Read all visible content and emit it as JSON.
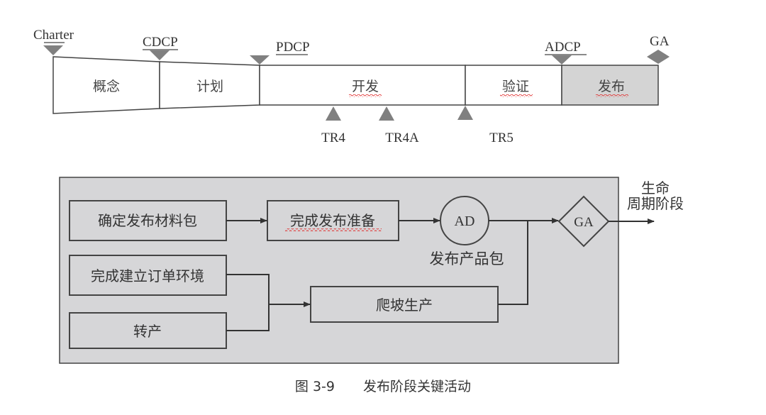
{
  "timeline": {
    "milestones_top": [
      {
        "label": "Charter"
      },
      {
        "label": "CDCP"
      },
      {
        "label": "PDCP"
      },
      {
        "label": "ADCP"
      },
      {
        "label": "GA"
      }
    ],
    "phases": [
      {
        "label": "概念"
      },
      {
        "label": "计划"
      },
      {
        "label": "开发"
      },
      {
        "label": "验证"
      },
      {
        "label": "发布"
      }
    ],
    "milestones_bottom": [
      {
        "label": "TR4"
      },
      {
        "label": "TR4A"
      },
      {
        "label": "TR5"
      }
    ]
  },
  "flow": {
    "boxes": {
      "confirm_package": "确定发布材料包",
      "complete_prep": "完成发布准备",
      "order_env": "完成建立订单环境",
      "transfer": "转产",
      "ramp_up": "爬坡生产"
    },
    "ad_node": "AD",
    "ad_caption": "发布产品包",
    "ga_node": "GA",
    "output_label_line1": "生命",
    "output_label_line2": "周期阶段"
  },
  "caption": {
    "number": "图 3-9",
    "title": "发布阶段关键活动"
  },
  "colors": {
    "stroke": "#444444",
    "marker_fill": "#808080",
    "release_fill": "#d4d4d4",
    "panel_fill": "#d6d6d8",
    "spell_underline": "#e03030"
  }
}
